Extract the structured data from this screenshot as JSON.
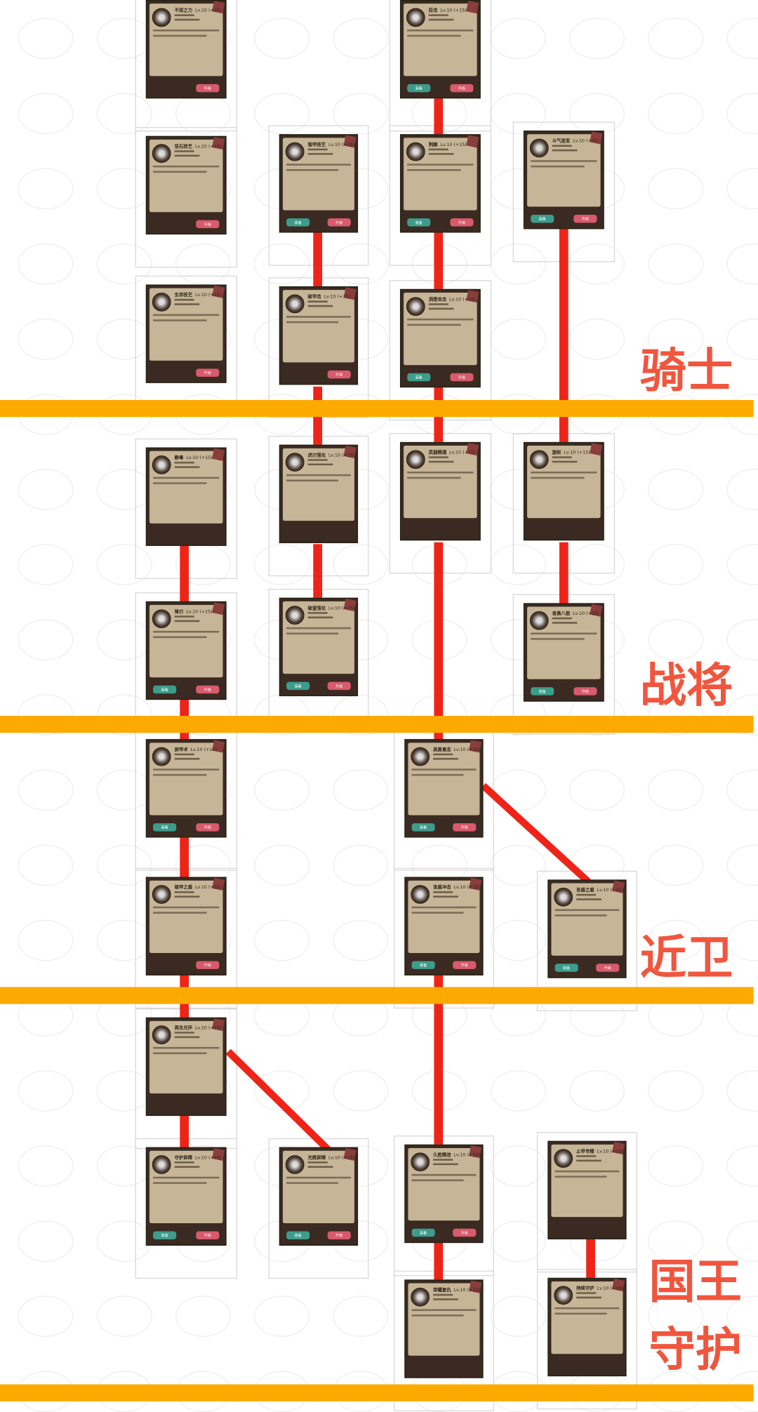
{
  "tiers": [
    {
      "label": "骑士"
    },
    {
      "label": "战将"
    },
    {
      "label": "近卫"
    },
    {
      "label": "国王\n守护"
    }
  ],
  "colors": {
    "band": "#fdaa00",
    "link": "#ee2418",
    "tier_text": "#f0563e",
    "equip_button": "#3d9c8c",
    "upgrade_button": "#d85a6c"
  },
  "buttons": {
    "left": "装备",
    "right": "升级"
  },
  "cards": [
    {
      "name": "不屈之力",
      "level": "Lv.10 (+15)",
      "col": 0,
      "row": 0,
      "left": false,
      "right": true
    },
    {
      "name": "坚石技艺",
      "level": "Lv.10 (+15)",
      "col": 0,
      "row": 1,
      "left": false,
      "right": true
    },
    {
      "name": "生存技艺",
      "level": "Lv.10 (+15)",
      "col": 0,
      "row": 2,
      "left": false,
      "right": true
    },
    {
      "name": "静毒",
      "level": "Lv.10 (+15)",
      "col": 0,
      "row": 3,
      "left": false,
      "right": false
    },
    {
      "name": "锋刃",
      "level": "Lv.10 (+15)",
      "col": 0,
      "row": 4,
      "left": true,
      "right": true
    },
    {
      "name": "屏甲术",
      "level": "Lv.10 (+15)",
      "col": 0,
      "row": 5,
      "left": true,
      "right": true
    },
    {
      "name": "棱甲之盾",
      "level": "Lv.10 (+15)",
      "col": 0,
      "row": 6,
      "left": false,
      "right": true
    },
    {
      "name": "再生光环",
      "level": "Lv.10 (+15)",
      "col": 0,
      "row": 7,
      "left": false,
      "right": false
    },
    {
      "name": "守护屏障",
      "level": "Lv.10 (+15)",
      "col": 0,
      "row": 8,
      "left": true,
      "right": true
    },
    {
      "name": "锻甲技艺",
      "level": "Lv.10 (+15)",
      "col": 1,
      "row": 1,
      "left": true,
      "right": true
    },
    {
      "name": "破甲击",
      "level": "Lv.10 (+15)",
      "col": 1,
      "row": 2,
      "left": false,
      "right": true
    },
    {
      "name": "虎刃强化",
      "level": "Lv.10 (+15)",
      "col": 1,
      "row": 3,
      "left": false,
      "right": false
    },
    {
      "name": "破釜强化",
      "level": "Lv.10 (+15)",
      "col": 1,
      "row": 4,
      "left": true,
      "right": true
    },
    {
      "name": "光辉屏障",
      "level": "Lv.10 (+15)",
      "col": 1,
      "row": 8,
      "left": true,
      "right": true
    },
    {
      "name": "狂击",
      "level": "Lv.10 (+15)",
      "col": 2,
      "row": 0,
      "left": true,
      "right": true
    },
    {
      "name": "荆棘",
      "level": "Lv.10 (+15)",
      "col": 2,
      "row": 1,
      "left": true,
      "right": true
    },
    {
      "name": "洞悉攻击",
      "level": "Lv.10 (+15)",
      "col": 2,
      "row": 2,
      "left": true,
      "right": true
    },
    {
      "name": "武器精通",
      "level": "Lv.10 (+15)",
      "col": 2,
      "row": 3,
      "left": false,
      "right": false
    },
    {
      "name": "英勇意志",
      "level": "Lv.10 (+15)",
      "col": 3,
      "row": 5,
      "left": true,
      "right": true
    },
    {
      "name": "圣盾冲击",
      "level": "Lv.10 (+15)",
      "col": 3,
      "row": 6,
      "left": true,
      "right": true
    },
    {
      "name": "久胜精进",
      "level": "Lv.10 (+15)",
      "col": 3,
      "row": 8,
      "left": true,
      "right": true
    },
    {
      "name": "荣耀复仇",
      "level": "Lv.10 (+15)",
      "col": 3,
      "row": 9,
      "left": false,
      "right": false
    },
    {
      "name": "斗气迸发",
      "level": "Lv.10 (+15)",
      "col": 4,
      "row": 1,
      "left": true,
      "right": true
    },
    {
      "name": "旋斩",
      "level": "Lv.10 (+15)",
      "col": 4,
      "row": 3,
      "left": false,
      "right": false
    },
    {
      "name": "奋勇八面",
      "level": "Lv.10 (+15)",
      "col": 4,
      "row": 4,
      "left": true,
      "right": true
    },
    {
      "name": "圣盾之盾",
      "level": "Lv.10 (+15)",
      "col": 5,
      "row": 6,
      "left": true,
      "right": true
    },
    {
      "name": "止甲专精",
      "level": "Lv.10 (+15)",
      "col": 5,
      "row": 8,
      "left": false,
      "right": false
    },
    {
      "name": "持续守护",
      "level": "Lv.10 (+15)",
      "col": 5,
      "row": 9,
      "left": false,
      "right": false
    }
  ]
}
